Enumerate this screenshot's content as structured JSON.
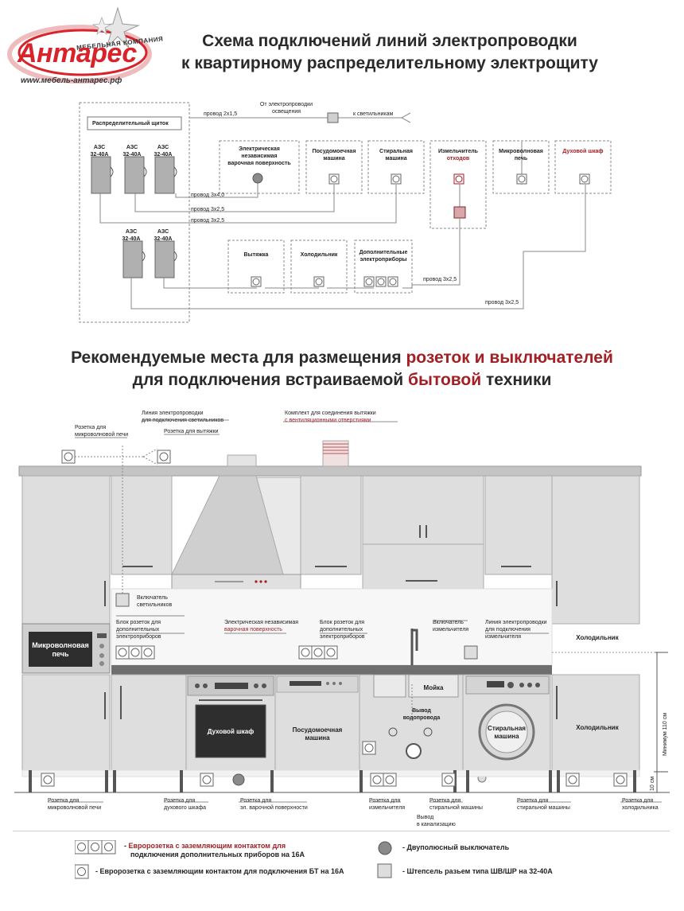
{
  "logo": {
    "name": "Антарес",
    "company": "МЕБЕЛЬНАЯ КОМПАНИЯ",
    "url": "www.мебель-антарес.рф"
  },
  "title1": {
    "line1": "Схема подключений линий электропроводки",
    "line2": "к квартирному распределительному электрощиту"
  },
  "title2": {
    "line1_a": "Рекомендуемые места для размещения ",
    "line1_b": "розеток и выключателей",
    "line2_a": "для подключения встраиваемой ",
    "line2_b": "бытовой",
    "line2_c": " техники"
  },
  "scheme": {
    "panel_label": "Распределительный щиток",
    "breaker_label_1": "АЗС",
    "breaker_label_2": "32-40А",
    "wire_2x15": "провод 2х1,5",
    "from_lighting_1": "От электропроводки",
    "from_lighting_2": "освещения",
    "to_lamps": "к светильникам",
    "wire_3x40": "провод 3х4,0",
    "wire_3x25_a": "провод 3х2,5",
    "wire_3x25_b": "провод 3х2,5",
    "wire_3x25_c": "провод 3х2,5",
    "wire_3x25_d": "провод 3х2,5",
    "hob_1": "Электрическая",
    "hob_2": "независимая",
    "hob_3": "варочная поверхность",
    "dishwasher_1": "Посудомоечная",
    "dishwasher_2": "машина",
    "washer_1": "Стиральная",
    "washer_2": "машина",
    "grinder_1": "Измельчитель",
    "grinder_2": "отходов",
    "microwave_1": "Микроволновая",
    "microwave_2": "печь",
    "oven": "Духовой шкаф",
    "hood": "Вытяжка",
    "fridge": "Холодильник",
    "extra_1": "Дополнительные",
    "extra_2": "электроприборы"
  },
  "kitchen": {
    "cab_wiring_1": "Линия электропроводки",
    "cab_wiring_2": "для подключения светильников",
    "hood_kit_1": "Комплект для соединения вытяжки",
    "hood_kit_2": "с вентиляционными отверстиями",
    "mw_socket_top_1": "Розетка для",
    "mw_socket_top_2": "микроволновой печи",
    "hood_socket": "Розетка для вытяжки",
    "light_switch_1": "Включатель",
    "light_switch_2": "светильников",
    "block_left_1": "Блок розеток для",
    "block_left_2": "дополнительных",
    "block_left_3": "электроприборов",
    "hob_lbl_1": "Электрическая независимая",
    "hob_lbl_2": "варочная поверхность",
    "block_mid_1": "Блок розеток для",
    "block_mid_2": "дополнительных",
    "block_mid_3": "электроприборов",
    "grinder_switch_1": "Включатель",
    "grinder_switch_2": "измельчителя",
    "grinder_line_1": "Линия электропроводки",
    "grinder_line_2": "для подключения",
    "grinder_line_3": "измельчителя",
    "microwave_1": "Микроволновая",
    "microwave_2": "печь",
    "fridge_top": "Холодильник",
    "fridge_bottom": "Холодильник",
    "oven": "Духовой шкаф",
    "dishwasher_1": "Посудомоечная",
    "dishwasher_2": "машина",
    "sink": "Мойка",
    "washer_1": "Стиральная",
    "washer_2": "машина",
    "water_1": "Вывод",
    "water_2": "водопровода",
    "drain_1": "Вывод",
    "drain_2": "в канализацию",
    "min_height": "Минимум 110 см",
    "ten_cm": "10 см",
    "bottom_mw_1": "Розетка для",
    "bottom_mw_2": "микроволновой печи",
    "bottom_oven_1": "Розетка для",
    "bottom_oven_2": "духового шкафа",
    "bottom_hob_1": "Розетка для",
    "bottom_hob_2": "эл. варочной поверхности",
    "bottom_grinder_1": "Розетка для",
    "bottom_grinder_2": "измельчителя",
    "bottom_washer1_1": "Розетка для",
    "bottom_washer1_2": "стиральной машины",
    "bottom_washer2_1": "Розетка для",
    "bottom_washer2_2": "стиральной машины",
    "bottom_fridge_1": "Розетка для",
    "bottom_fridge_2": "холодильника"
  },
  "legend": {
    "euro_block_1a": "- ",
    "euro_block_1b": "Евророзетка с заземляющим контактом для",
    "euro_block_2": "подключения дополнительных приборов на 16А",
    "euro_single": "- Евророзетка с заземляющим контактом для подключения БТ на 16А",
    "switch": "- Двуполюсный выключатель",
    "plug": "- Штепсель разьем типа ШВ/ШР на 32-40А"
  },
  "colors": {
    "accent_red": "#a31f24",
    "logo_red": "#d8232a",
    "cabinet_grey": "#dcdcdc",
    "countertop": "#6e6e6e"
  }
}
